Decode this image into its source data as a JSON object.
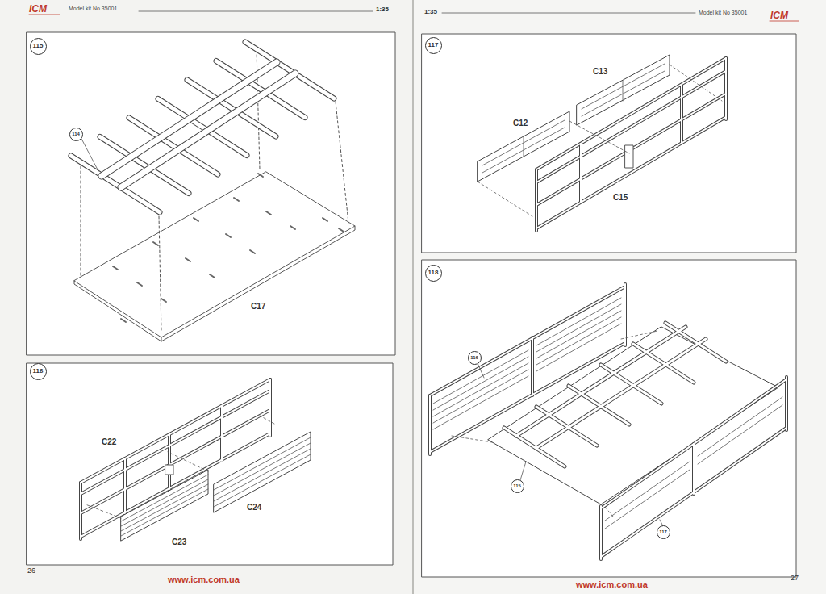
{
  "diagram": {
    "nodes": [
      {
        "text": [
          "115"
        ]
      },
      {
        "text": [
          "114"
        ]
      },
      {
        "text": [
          "116"
        ]
      },
      {
        "text": [
          "117"
        ]
      },
      {
        "text": [
          "118"
        ]
      },
      {
        "text": [
          "116"
        ]
      },
      {
        "text": [
          "115"
        ]
      },
      {
        "text": [
          "117"
        ]
      }
    ],
    "labels": [
      "ICM",
      "Model kit No 35001",
      "1:35",
      "1:35",
      "Model kit No 35001",
      "ICM",
      "C17",
      "C22",
      "C24",
      "C23",
      "C13",
      "C12",
      "C15",
      "26",
      "www.icm.com.ua",
      "www.icm.com.ua",
      "27"
    ]
  }
}
